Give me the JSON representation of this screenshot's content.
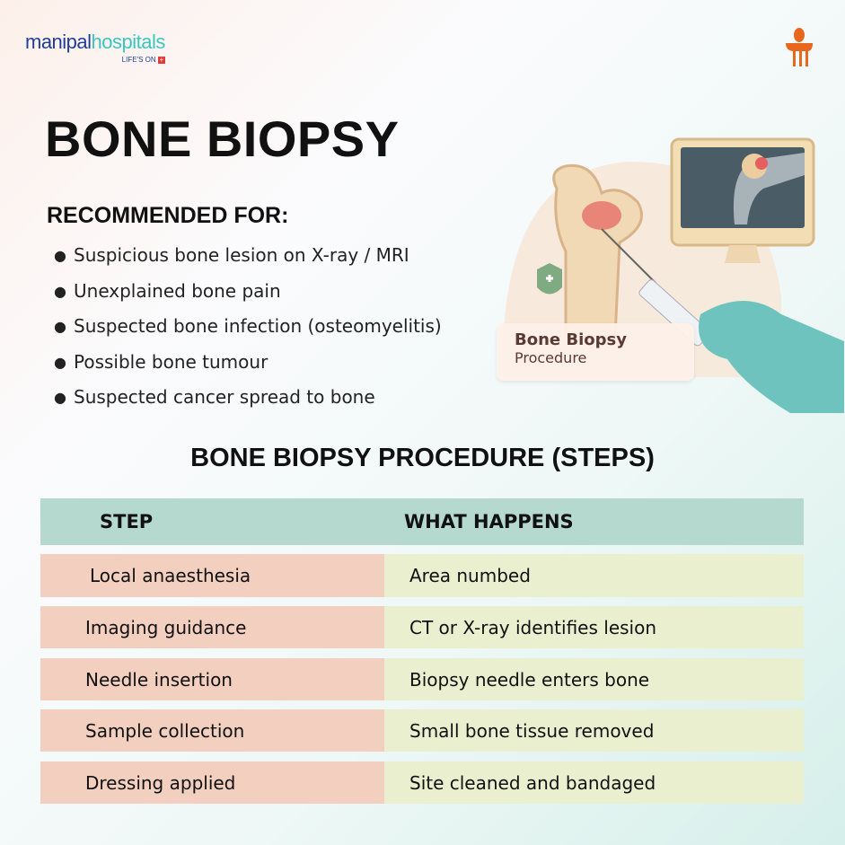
{
  "brand": {
    "name_part1": "manipal",
    "name_part2": "hospitals",
    "tagline": "LIFE'S ON",
    "accent_color": "#e8671e"
  },
  "title": "BONE BIOPSY",
  "recommended": {
    "heading": "RECOMMENDED FOR:",
    "items": [
      "Suspicious bone lesion on X-ray / MRI",
      "Unexplained bone pain",
      "Suspected bone infection (osteomyelitis)",
      "Possible bone tumour",
      "Suspected cancer spread to bone"
    ]
  },
  "illustration": {
    "label_line1": "Bone Biopsy",
    "label_line2": "Procedure"
  },
  "steps": {
    "heading": "BONE BIOPSY PROCEDURE (STEPS)",
    "columns": [
      "STEP",
      "WHAT HAPPENS"
    ],
    "rows": [
      [
        "Local anaesthesia",
        "Area numbed"
      ],
      [
        "Imaging guidance",
        "CT or X-ray identifies lesion"
      ],
      [
        "Needle insertion",
        "Biopsy needle enters bone"
      ],
      [
        "Sample collection",
        "Small bone tissue removed"
      ],
      [
        "Dressing applied",
        "Site cleaned and bandaged"
      ]
    ]
  }
}
